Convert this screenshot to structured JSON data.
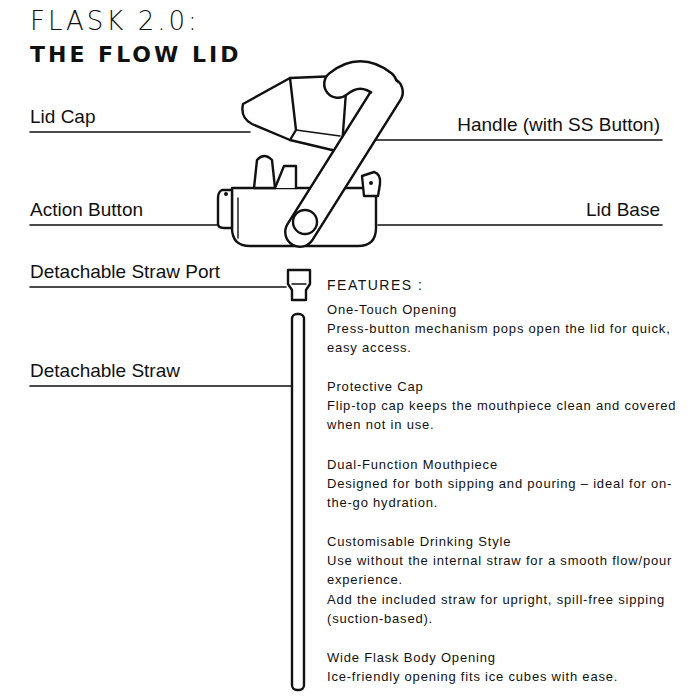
{
  "diagram": {
    "title": "FLASK 2.0:",
    "labels": [
      "THE FLOW LID",
      "Lid Cap",
      "Handle (with SS Button)",
      "Action Button",
      "Lid Base",
      "Detachable Straw Port",
      "Detachable Straw",
      "FEATURES :",
      "One-Touch Opening",
      "Press-button mechanism pops open the lid for quick, easy access.",
      "Protective Cap",
      "Flip-top cap keeps the mouthpiece clean and covered when not in use.",
      "Dual-Function Mouthpiece",
      "Designed for both sipping and pouring – ideal for on-the-go hydration.",
      "Customisable Drinking Style",
      "Use without the internal straw for a smooth flow/pour experience.",
      "Add the included straw for upright, spill-free sipping (suction-based).",
      "Wide Flask Body Opening",
      "Ice-friendly opening fits ice cubes with ease."
    ]
  }
}
